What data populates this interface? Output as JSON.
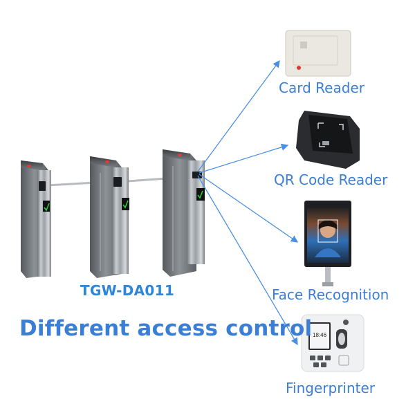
{
  "model": "TGW-DA011",
  "caption": "Different access control",
  "devices": [
    {
      "label": "Card Reader",
      "icon": "card-reader-icon"
    },
    {
      "label": "QR Code Reader",
      "icon": "qr-code-reader-icon"
    },
    {
      "label": "Face Recognition",
      "icon": "face-recognition-terminal-icon"
    },
    {
      "label": "Fingerprinter",
      "icon": "fingerprint-reader-icon"
    }
  ],
  "fingerprint_screen_time": "18:46",
  "colors": {
    "label_blue": "#3a7fd5",
    "arrow_blue": "#4a90e2",
    "indicator_green": "#2ecc40",
    "indicator_red": "#e53935"
  }
}
